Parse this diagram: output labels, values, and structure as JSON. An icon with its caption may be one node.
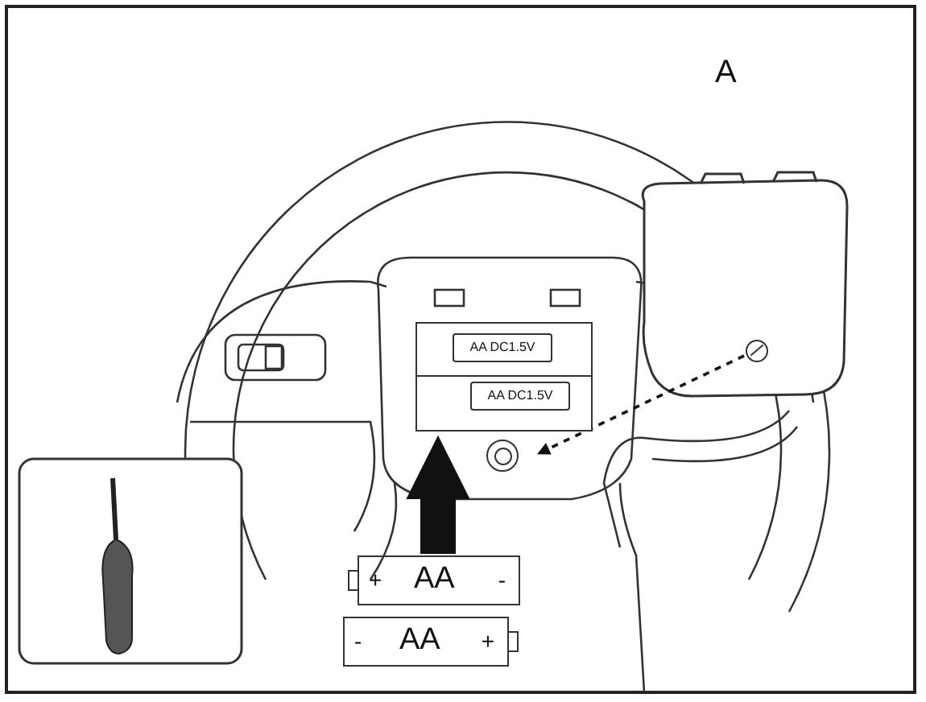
{
  "diagram": {
    "nodes": [
      {
        "text": [],
        "shape": "box"
      },
      {
        "text": [
          "AA DC1.5V"
        ],
        "in": 0
      },
      {
        "text": [
          "AA DC1.5V"
        ],
        "in": 0
      },
      {
        "text": [],
        "shape": "circle"
      },
      {
        "text": [],
        "shape": "circle"
      },
      {
        "text": [
          "+",
          "AA",
          "-"
        ]
      },
      {
        "text": [
          "-",
          "AA",
          "+"
        ]
      }
    ],
    "edges": [
      {
        "from": 5,
        "to": 0,
        "arrow": "to",
        "style": "thick"
      },
      {
        "from": 3,
        "to": 4,
        "arrow": "to",
        "style": "dashed"
      }
    ],
    "labels": [
      "A"
    ]
  }
}
